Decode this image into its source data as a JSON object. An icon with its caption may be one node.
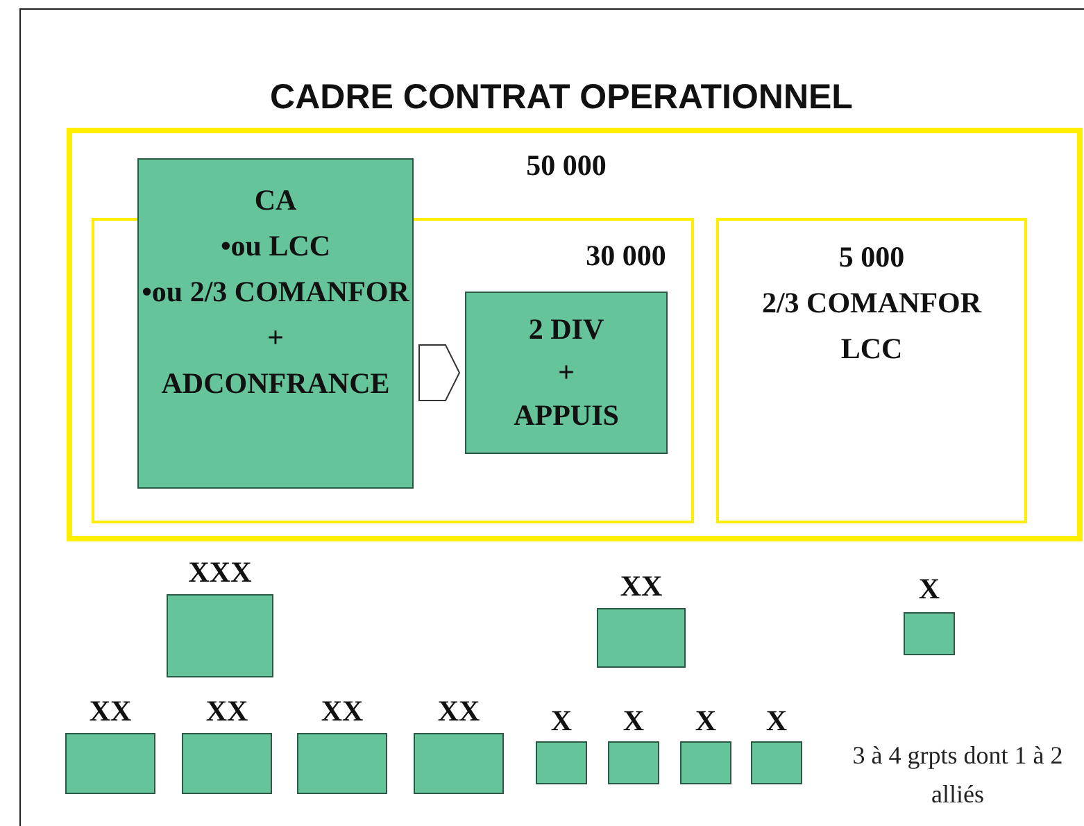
{
  "diagram": {
    "title": "CADRE CONTRAT OPERATIONNEL",
    "nodes": [
      {
        "text": [
          "50 000"
        ]
      },
      {
        "text": [
          "30 000"
        ],
        "in": 0
      },
      {
        "text": [
          "CA",
          "•ou LCC",
          "•ou 2/3 COMANFOR",
          "+",
          "ADCONFRANCE"
        ],
        "in": 0
      },
      {
        "text": [
          "2 DIV",
          "+",
          "APPUIS"
        ],
        "in": 1
      },
      {
        "text": [
          "5 000",
          "2/3 COMANFOR LCC"
        ],
        "in": 0
      },
      {
        "text": [
          "XXX"
        ]
      },
      {
        "text": [
          "XX"
        ]
      },
      {
        "text": [
          "X"
        ]
      },
      {
        "text": [
          "XX"
        ]
      },
      {
        "text": [
          "XX"
        ]
      },
      {
        "text": [
          "XX"
        ]
      },
      {
        "text": [
          "XX"
        ]
      },
      {
        "text": [
          "X"
        ]
      },
      {
        "text": [
          "X"
        ]
      },
      {
        "text": [
          "X"
        ]
      },
      {
        "text": [
          "X"
        ]
      }
    ],
    "edges": [
      {
        "from": 2,
        "to": 3,
        "arrow": "to"
      }
    ],
    "labels": [
      "3 à 4 grpts dont 1 à 2 alliés"
    ]
  }
}
